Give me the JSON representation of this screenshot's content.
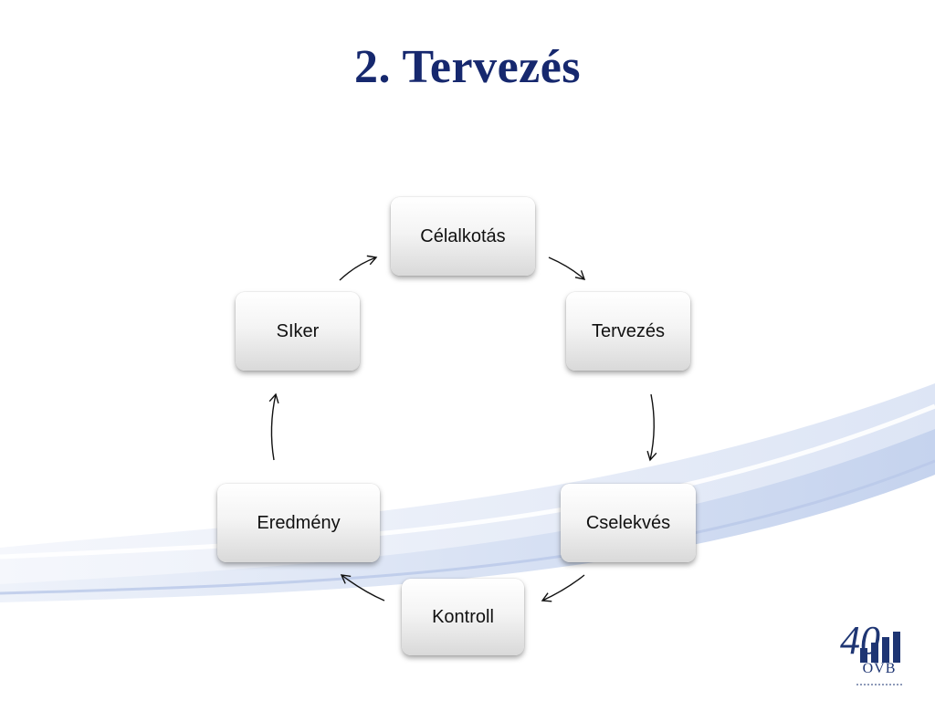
{
  "slide": {
    "title": "2. Tervezés"
  },
  "diagram": {
    "nodes": [
      {
        "id": "celalkotas",
        "label": "Célalkotás"
      },
      {
        "id": "tervezes",
        "label": "Tervezés"
      },
      {
        "id": "cselekves",
        "label": "Cselekvés"
      },
      {
        "id": "kontroll",
        "label": "Kontroll"
      },
      {
        "id": "eredmeny",
        "label": "Eredmény"
      },
      {
        "id": "siker",
        "label": "SIker"
      }
    ],
    "edges": [
      {
        "from": "celalkotas",
        "to": "tervezes"
      },
      {
        "from": "tervezes",
        "to": "cselekves"
      },
      {
        "from": "cselekves",
        "to": "kontroll"
      },
      {
        "from": "kontroll",
        "to": "eredmeny"
      },
      {
        "from": "eredmeny",
        "to": "siker"
      },
      {
        "from": "siker",
        "to": "celalkotas"
      }
    ]
  },
  "logo": {
    "number": "40",
    "text": "OVB"
  },
  "colors": {
    "title": "#16286e",
    "swoosh_light": "#e6ecf7",
    "swoosh_mid": "#cdd9f0",
    "logo": "#1e3573"
  }
}
